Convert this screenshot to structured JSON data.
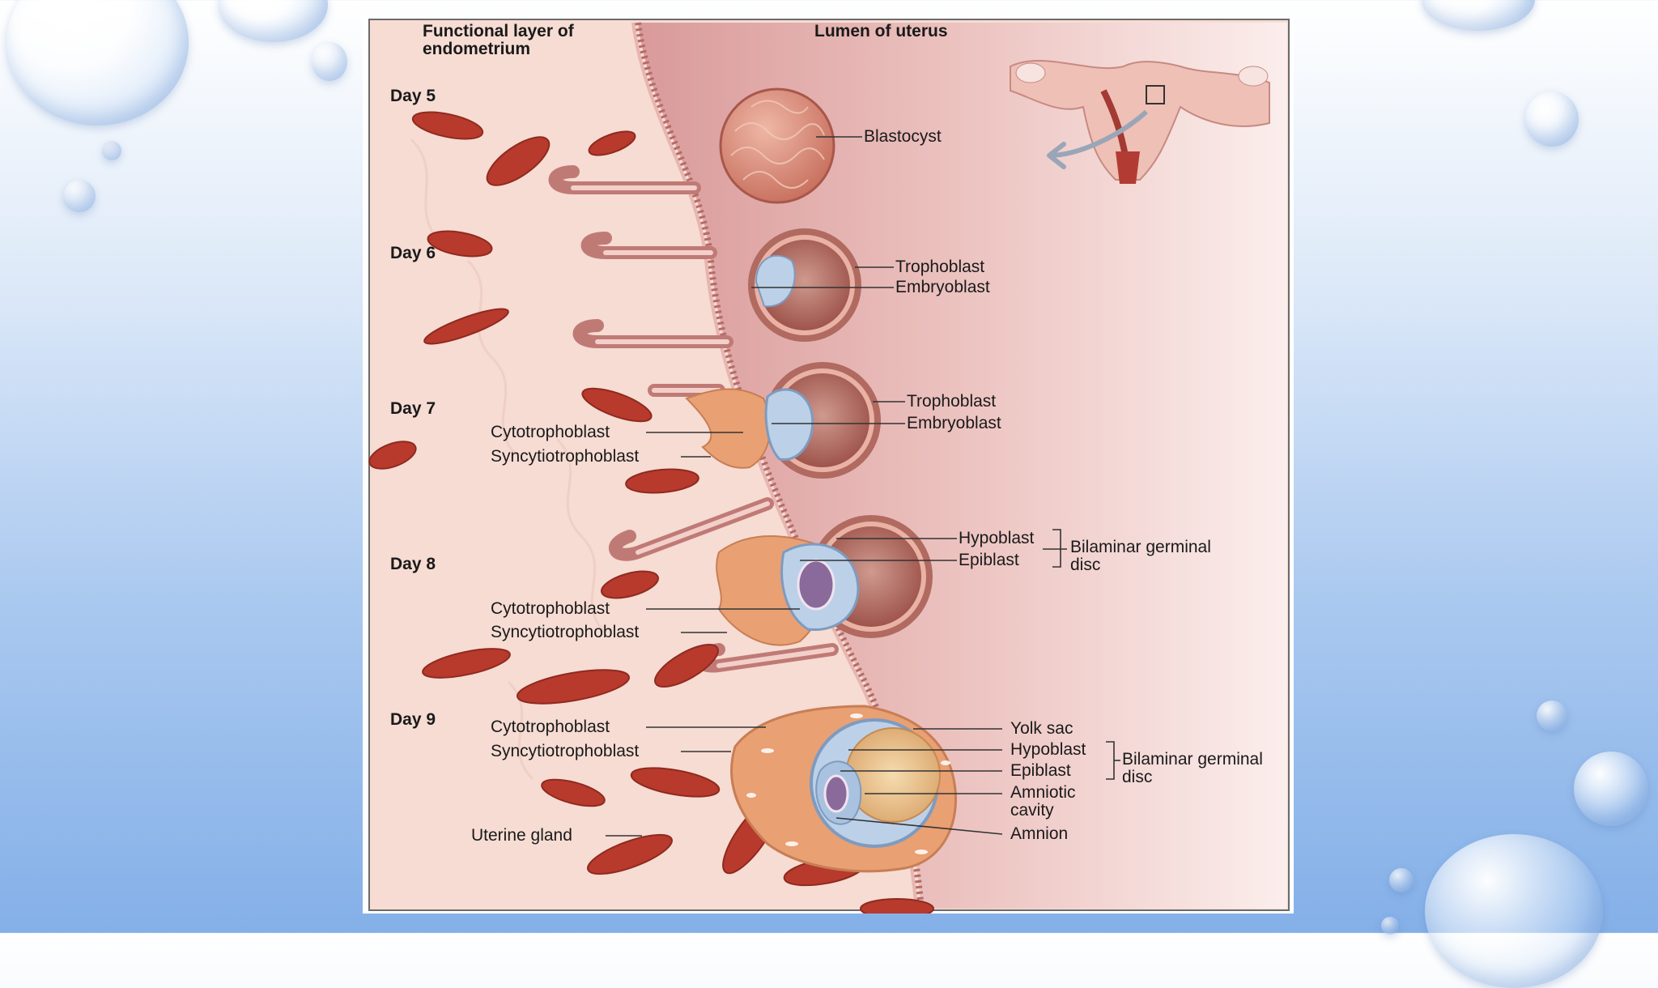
{
  "diagram": {
    "header_left": "Functional layer of endometrium",
    "header_right": "Lumen of uterus",
    "days": {
      "day5": "Day 5",
      "day6": "Day 6",
      "day7": "Day 7",
      "day8": "Day 8",
      "day9": "Day 9"
    },
    "labels": {
      "blastocyst": "Blastocyst",
      "d6_trophoblast": "Trophoblast",
      "d6_embryoblast": "Embryoblast",
      "d7_trophoblast": "Trophoblast",
      "d7_embryoblast": "Embryoblast",
      "d7_cytotrophoblast": "Cytotrophoblast",
      "d7_syncytiotrophoblast": "Syncytiotrophoblast",
      "d8_hypoblast": "Hypoblast",
      "d8_epiblast": "Epiblast",
      "d8_bilaminar": "Bilaminar germinal disc",
      "d8_cytotrophoblast": "Cytotrophoblast",
      "d8_syncytiotrophoblast": "Syncytiotrophoblast",
      "d9_cytotrophoblast": "Cytotrophoblast",
      "d9_syncytiotrophoblast": "Syncytiotrophoblast",
      "d9_yolk_sac": "Yolk sac",
      "d9_hypoblast": "Hypoblast",
      "d9_epiblast": "Epiblast",
      "d9_bilaminar": "Bilaminar germinal disc",
      "d9_amniotic_cavity": "Amniotic cavity",
      "d9_amnion": "Amnion",
      "uterine_gland": "Uterine gland"
    }
  }
}
